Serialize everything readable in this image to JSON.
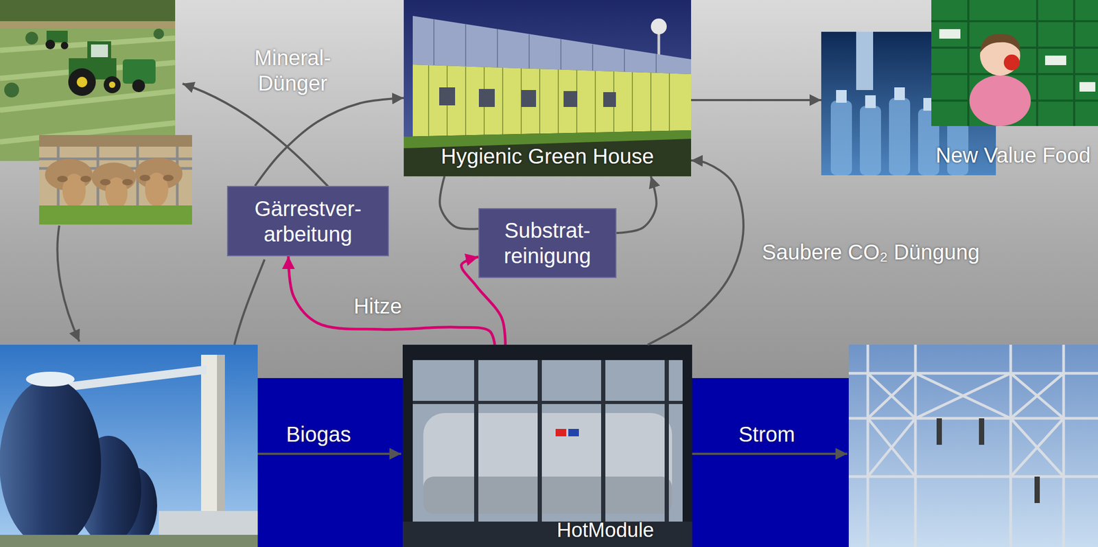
{
  "diagram": {
    "nodes": [
      {
        "text": [
          "Hygienic Green House"
        ]
      },
      {
        "text": [
          "New Value Food"
        ]
      },
      {
        "text": [
          "Gärrestver- arbeitung"
        ]
      },
      {
        "text": [
          "Substrat- reinigung"
        ]
      },
      {
        "text": [
          "HotModule"
        ]
      }
    ],
    "edges": [
      {
        "from": 0,
        "to": 1,
        "arrow": "to"
      },
      {
        "from": 2,
        "to": 0,
        "arrow": "to"
      },
      {
        "from": 4,
        "to": 2,
        "label": "Hitze",
        "arrow": "to"
      },
      {
        "from": 4,
        "to": 3,
        "arrow": "to"
      },
      {
        "from": 0,
        "to": 3,
        "arrow": "none"
      },
      {
        "from": 3,
        "to": 0,
        "arrow": "to"
      },
      {
        "from": 4,
        "to": 0,
        "label": "Saubere CO₂ Düngung",
        "arrow": "to"
      }
    ],
    "labels": [
      "Mineral- Dünger",
      "Biogas",
      "Strom"
    ]
  }
}
